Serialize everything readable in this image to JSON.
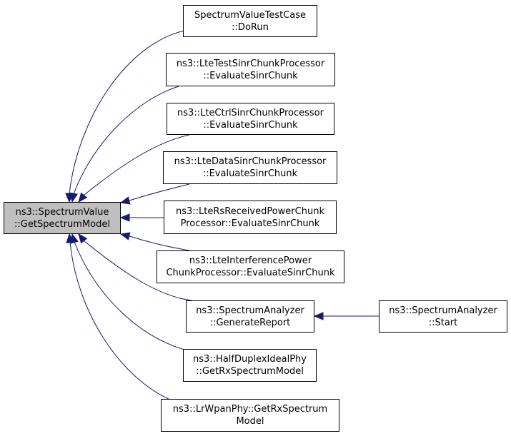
{
  "colors": {
    "edge": "#191970",
    "focus_fill": "#bfbfbf",
    "node_fill": "#ffffff",
    "border": "#000000"
  },
  "nodes": {
    "root": {
      "line1": "ns3::SpectrumValue",
      "line2": "::GetSpectrumModel"
    },
    "n1": {
      "line1": "SpectrumValueTestCase",
      "line2": "::DoRun"
    },
    "n2": {
      "line1": "ns3::LteTestSinrChunkProcessor",
      "line2": "::EvaluateSinrChunk"
    },
    "n3": {
      "line1": "ns3::LteCtrlSinrChunkProcessor",
      "line2": "::EvaluateSinrChunk"
    },
    "n4": {
      "line1": "ns3::LteDataSinrChunkProcessor",
      "line2": "::EvaluateSinrChunk"
    },
    "n5": {
      "line1": "ns3::LteRsReceivedPowerChunk",
      "line2": "Processor::EvaluateSinrChunk"
    },
    "n6": {
      "line1": "ns3::LteInterferencePower",
      "line2": "ChunkProcessor::EvaluateSinrChunk"
    },
    "n7": {
      "line1": "ns3::SpectrumAnalyzer",
      "line2": "::GenerateReport"
    },
    "n8": {
      "line1": "ns3::HalfDuplexIdealPhy",
      "line2": "::GetRxSpectrumModel"
    },
    "n9": {
      "line1": "ns3::LrWpanPhy::GetRxSpectrum",
      "line2": "Model"
    },
    "n10": {
      "line1": "ns3::SpectrumAnalyzer",
      "line2": "::Start"
    }
  }
}
